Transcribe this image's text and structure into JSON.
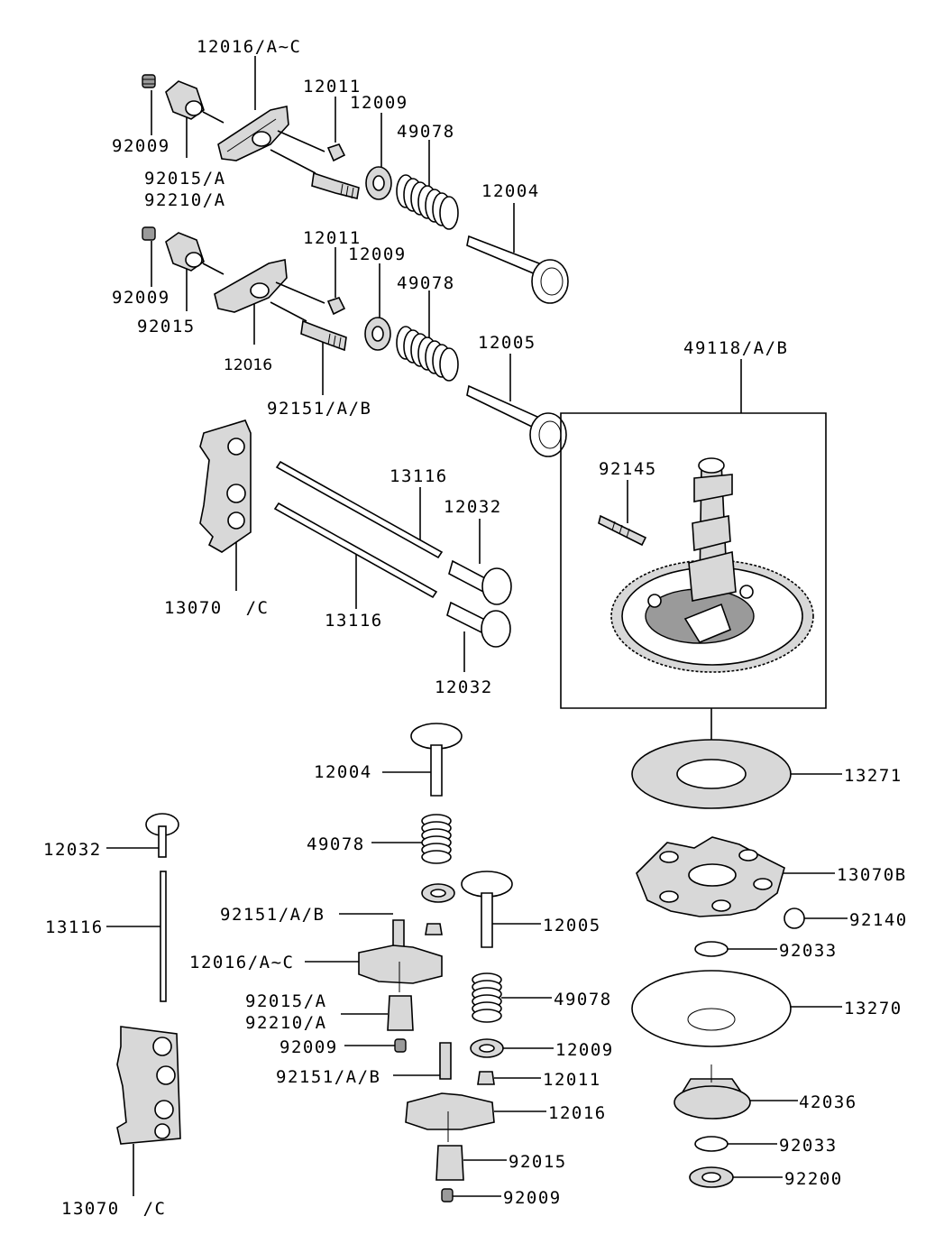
{
  "labels": {
    "l_12016_ac_top": "12016/A~C",
    "l_92009_a": "92009",
    "l_12011_a": "12011",
    "l_12009_a": "12009",
    "l_49078_a": "49078",
    "l_92015a_a": "92015/A",
    "l_92210a_a": "92210/A",
    "l_12004_a": "12004",
    "l_12011_b": "12011",
    "l_12009_b": "12009",
    "l_92009_b": "92009",
    "l_49078_b": "49078",
    "l_92015_b": "92015",
    "l_12016_b": "12016",
    "l_12005_a": "12005",
    "l_92151_a": "92151/A/B",
    "l_49118": "49118/A/B",
    "l_92145": "92145",
    "l_13116_a": "13116",
    "l_12032_a": "12032",
    "l_13070_a": "13070  /C",
    "l_13116_b": "13116",
    "l_12032_b": "12032",
    "l_12004_b": "12004",
    "l_13271": "13271",
    "l_12032_c": "12032",
    "l_49078_c": "49078",
    "l_13070b": "13070B",
    "l_13116_c": "13116",
    "l_92151_b": "92151/A/B",
    "l_12005_b": "12005",
    "l_92140": "92140",
    "l_12016_ac_mid": "12016/A~C",
    "l_92033_a": "92033",
    "l_92015a_b": "92015/A",
    "l_92210a_b": "92210/A",
    "l_49078_d": "49078",
    "l_13270": "13270",
    "l_92009_c": "92009",
    "l_12009_c": "12009",
    "l_92151_c": "92151/A/B",
    "l_12011_c": "12011",
    "l_12016_c": "12016",
    "l_42036": "42036",
    "l_92015_c": "92015",
    "l_92033_b": "92033",
    "l_92200": "92200",
    "l_13070_b": "13070  /C",
    "l_92009_d": "92009"
  }
}
